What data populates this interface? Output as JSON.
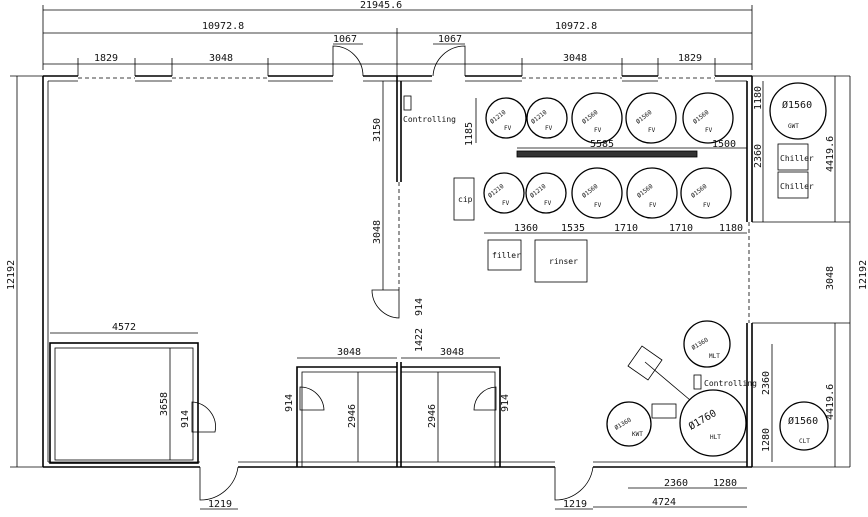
{
  "dimensions": {
    "overall_width": "21945.6",
    "half_left": "10972.8",
    "half_right": "10972.8",
    "window_1829": "1829",
    "window_3048": "3048",
    "door_1067": "1067",
    "v_3150": "3150",
    "v_3048": "3048",
    "v_1185": "1185",
    "platform_5585": "5585",
    "platform_1500": "1500",
    "row_1360": "1360",
    "row_1535": "1535",
    "row_1710": "1710",
    "row_1180": "1180",
    "room_4572": "4572",
    "room_3658": "3658",
    "door_914": "914",
    "door_1422": "1422",
    "room_2946": "2946",
    "door_1219": "1219",
    "bottom_2360": "2360",
    "bottom_1280": "1280",
    "bottom_4724": "4724",
    "side_12192": "12192",
    "side_4419": "4419.6",
    "side_3048": "3048",
    "side_1180": "1180",
    "side_2360": "2360"
  },
  "labels": {
    "controlling": "Controlling",
    "cip": "cip",
    "filler": "filler",
    "rinser": "rinser",
    "chiller": "Chiller",
    "fv": "FV",
    "gwt": "GWT",
    "mlt": "MLT",
    "hlt": "HLT",
    "kwt": "KWT",
    "clt": "CLT"
  },
  "tanks": {
    "d1210": "Ø1210",
    "d1560": "Ø1560",
    "d1360": "Ø1360",
    "d1760": "Ø1760"
  }
}
